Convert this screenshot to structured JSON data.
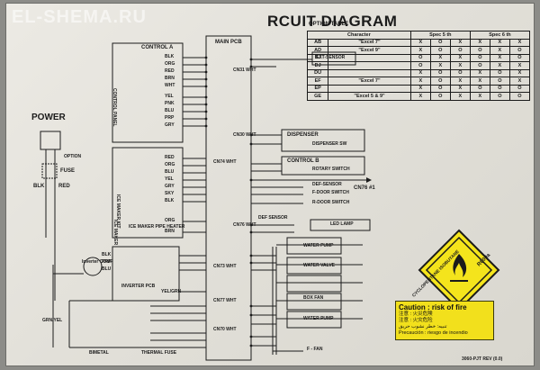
{
  "watermark": "EL-SHEMA.RU",
  "title": "RCUIT DIAGRAM",
  "power": {
    "label": "POWER",
    "blk": "BLK",
    "red": "RED",
    "fuse": "FUSE",
    "option": "OPTION"
  },
  "control_a": {
    "title": "CONTROL A",
    "side": "CONTROL PANEL",
    "wires": [
      "BLK",
      "ORG",
      "RED",
      "BRN",
      "WHT",
      "YEL",
      "PNK",
      "BLU",
      "PRP",
      "GRY"
    ]
  },
  "ice_maker": {
    "side": "ICE MAKER KIT",
    "wires": [
      "RED",
      "ORG",
      "BLU",
      "YEL",
      "GRY",
      "SKY",
      "BLK"
    ],
    "heater": "ICE MAKER PIPE HEATER",
    "wires2": [
      "ORG",
      "BRN"
    ],
    "side2": "ICE MAKER"
  },
  "main_pcb": {
    "title": "MAIN PCB",
    "connectors": [
      "CN31 WHT",
      "CN30 WHT",
      "CN74 WHT",
      "CN76 WHT",
      "CN73 WHT",
      "CN77 WHT",
      "CN70 WHT"
    ]
  },
  "right_parts": {
    "ext_sensor": "EXT-SENSOR",
    "dispenser": "DISPENSER",
    "dispenser_sw": "DISPENSER SW",
    "control_b": "CONTROL B",
    "rotary_switch": "ROTARY SWITCH",
    "def_sensor": "DEF-SENSOR",
    "cn76": "CN76 #1",
    "f_door": "F-DOOR SWITCH",
    "r_door": "R-DOOR SWITCH",
    "def_sensor2": "DEF SENSOR",
    "led_lamp": "LED LAMP",
    "water_pump": "WATER PUMP",
    "water_valve": "WATER VALVE",
    "box_fan": "BOX FAN",
    "water_pump2": "WATER PUMP",
    "f_fan": "F - FAN"
  },
  "inverter": {
    "label": "Inverter COMP",
    "pcb": "INVERTER PCB",
    "wires": [
      "BLK",
      "PRP",
      "BLU"
    ],
    "yel_grn": "YEL/GRN",
    "grnyel": "GRN/YEL",
    "bimetal": "BIMETAL",
    "thermal_fuse": "THERMAL FUSE"
  },
  "option_table": {
    "title": "OPTION TABLE",
    "subtitle": "5 th and 6 th Characters at Model name",
    "headers": [
      "Character",
      "Spec 5 th",
      "Spec 6 th"
    ],
    "rows": [
      [
        "AB",
        "\"Excel 7\"",
        "X",
        "O",
        "X",
        "X",
        "X",
        "X"
      ],
      [
        "AD",
        "\"Excel 9\"",
        "X",
        "O",
        "O",
        "O",
        "X",
        "O"
      ],
      [
        "BJ",
        "",
        "O",
        "X",
        "X",
        "O",
        "X",
        "O"
      ],
      [
        "DJ",
        "",
        "O",
        "X",
        "X",
        "O",
        "X",
        "X"
      ],
      [
        "DU",
        "",
        "X",
        "O",
        "O",
        "X",
        "O",
        "X"
      ],
      [
        "EF",
        "\"Excel 7\"",
        "X",
        "O",
        "X",
        "X",
        "O",
        "X"
      ],
      [
        "EP",
        "",
        "X",
        "O",
        "X",
        "O",
        "O",
        "O"
      ],
      [
        "GE",
        "\"Excel 5 & 9\"",
        "X",
        "O",
        "X",
        "X",
        "O",
        "O"
      ]
    ]
  },
  "hazard_label": {
    "r600a": "R600a",
    "cyclo": "CYCLOPENTANE ISOBUTANE"
  },
  "caution": {
    "heading": "Caution : risk of fire",
    "line1": "注意 : 火災危険",
    "line2": "注意 : 火灾危险",
    "line3": "تنبيه: خطر نشوب حريق",
    "line4": "Precaución : riesgo de incendio"
  },
  "footer": "3060-PJT REV (0.0)"
}
